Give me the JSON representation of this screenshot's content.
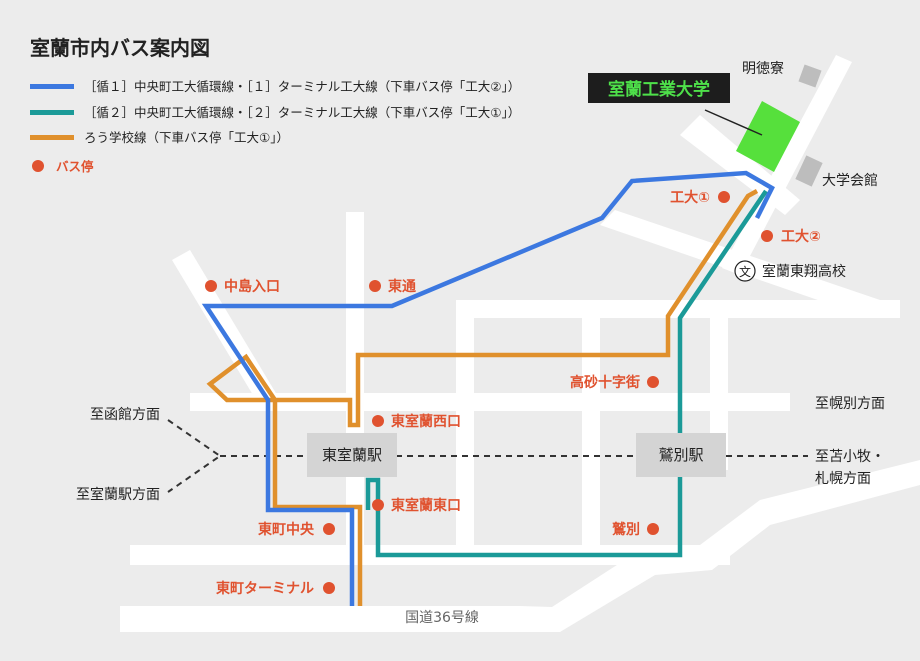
{
  "map": {
    "title": "室蘭市内バス案内図",
    "colors": {
      "background": "#ececec",
      "road": "#ffffff",
      "blue_route": "#3c78e0",
      "teal_route": "#1b9a98",
      "orange_route": "#e0902c",
      "bus_stop": "#e0522f",
      "station_box": "#d4d4d4",
      "building": "#bdbdbd",
      "university": "#56e03c",
      "university_label_bg": "#1d1d1d"
    },
    "legend": [
      {
        "name": "legend-blue",
        "label": "［循１］中央町工大循環線・［１］ターミナル工大線（下車バス停「工大②」）",
        "color": "#3c78e0"
      },
      {
        "name": "legend-teal",
        "label": "［循２］中央町工大循環線・［２］ターミナル工大線（下車バス停「工大①」）",
        "color": "#1b9a98"
      },
      {
        "name": "legend-orange",
        "label": "ろう学校線（下車バス停「工大①」）",
        "color": "#e0902c"
      },
      {
        "name": "legend-stop",
        "label": "バス停",
        "color": "#e0522f"
      }
    ],
    "bus_stops": [
      {
        "id": "kodai1",
        "label": "工大①"
      },
      {
        "id": "kodai2",
        "label": "工大②"
      },
      {
        "id": "nakajima",
        "label": "中島入口"
      },
      {
        "id": "higashidori",
        "label": "東通"
      },
      {
        "id": "takasago",
        "label": "高砂十字街"
      },
      {
        "id": "higashimuroran-nishi",
        "label": "東室蘭西口"
      },
      {
        "id": "higashimuroran-higashi",
        "label": "東室蘭東口"
      },
      {
        "id": "washibetsu-stop",
        "label": "鷲別"
      },
      {
        "id": "higashimachi-chuo",
        "label": "東町中央"
      },
      {
        "id": "higashimachi-terminal",
        "label": "東町ターミナル"
      }
    ],
    "stations": [
      {
        "id": "higashimuroran",
        "label": "東室蘭駅"
      },
      {
        "id": "washibetsu",
        "label": "鷲別駅"
      }
    ],
    "places": {
      "university": "室蘭工業大学",
      "dormitory": "明徳寮",
      "hall": "大学会館",
      "school": "室蘭東翔高校",
      "school_mark": "文"
    },
    "directions": {
      "hakodate": "至函館方面",
      "muroran_station": "至室蘭駅方面",
      "horobetsu": "至幌別方面",
      "tomakomai_line1": "至苫小牧・",
      "tomakomai_line2": "札幌方面"
    },
    "road_label": "国道36号線"
  }
}
